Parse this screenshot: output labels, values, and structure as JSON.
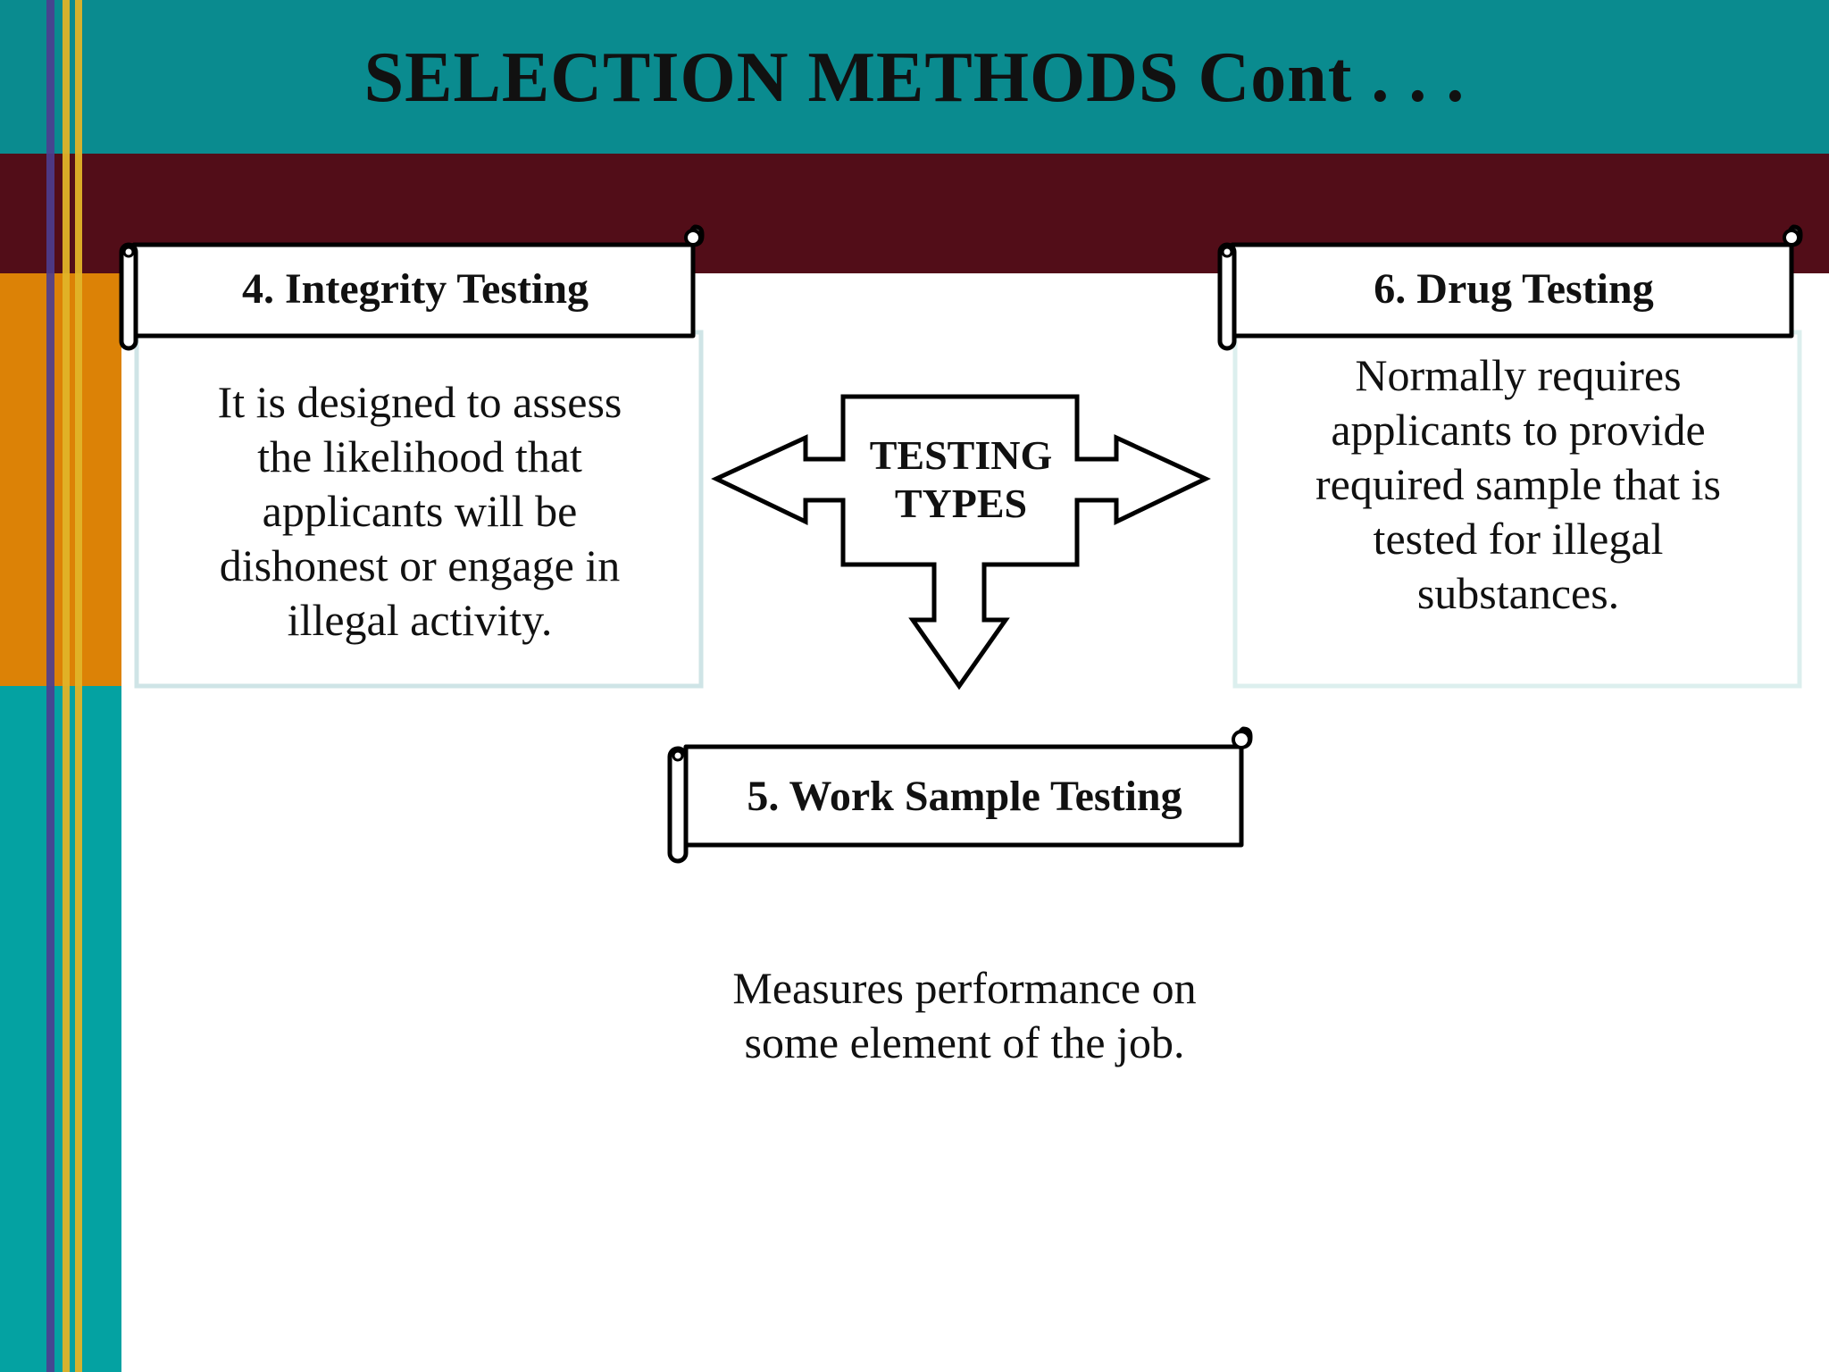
{
  "slide": {
    "title": "SELECTION METHODS Cont . . ."
  },
  "diagram": {
    "center_label_lines": [
      "TESTING",
      "TYPES"
    ],
    "nodes": [
      {
        "id": "integrity",
        "title": "4. Integrity Testing",
        "description_lines": [
          "It is designed to assess",
          "the likelihood that",
          "applicants will be",
          "dishonest or engage in",
          "illegal activity."
        ]
      },
      {
        "id": "drug",
        "title": "6. Drug Testing",
        "description_lines": [
          "Normally requires",
          "applicants to provide",
          "required sample that is",
          "tested for illegal",
          "substances."
        ]
      },
      {
        "id": "work-sample",
        "title": "5. Work Sample Testing",
        "description_lines": [
          "Measures performance on",
          "some element of the job."
        ]
      }
    ]
  },
  "colors": {
    "header_teal": "#0a8b8f",
    "maroon": "#520d18",
    "orange": "#dc8206",
    "side_teal": "#04a2a2",
    "box_border": "#cfe4e6"
  }
}
